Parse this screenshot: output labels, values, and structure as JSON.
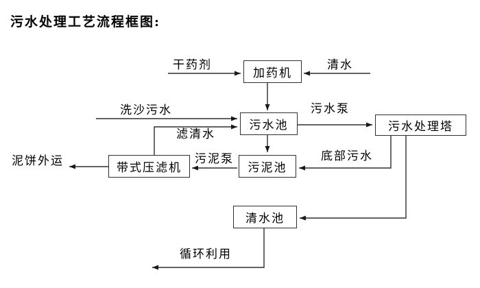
{
  "title": "污水处理工艺流程框图:",
  "diagram": {
    "nodes": [
      {
        "id": "dosing-machine",
        "label": "加药机"
      },
      {
        "id": "sewage-pool",
        "label": "污水池"
      },
      {
        "id": "sewage-treatment-tower",
        "label": "污水处理塔"
      },
      {
        "id": "sludge-pool",
        "label": "污泥池"
      },
      {
        "id": "belt-filter-press",
        "label": "带式压滤机"
      },
      {
        "id": "clean-water-pool",
        "label": "清水池"
      }
    ],
    "edge_labels": [
      {
        "id": "dry-agent",
        "label": "干药剂",
        "from": "external-supply",
        "to": "dosing-machine"
      },
      {
        "id": "clean-water",
        "label": "清水",
        "from": "external-supply",
        "to": "dosing-machine"
      },
      {
        "id": "sand-washing-sewage",
        "label": "洗沙污水",
        "from": "external-supply",
        "to": "sewage-pool"
      },
      {
        "id": "sewage-pump",
        "label": "污水泵",
        "from": "sewage-pool",
        "to": "sewage-treatment-tower"
      },
      {
        "id": "filtered-water",
        "label": "滤清水",
        "from": "belt-filter-press",
        "to": "sewage-pool"
      },
      {
        "id": "sludge-pump",
        "label": "污泥泵",
        "from": "sludge-pool",
        "to": "belt-filter-press"
      },
      {
        "id": "mud-cake-out",
        "label": "泥饼外运",
        "from": "belt-filter-press",
        "to": "external-output"
      },
      {
        "id": "bottom-sewage",
        "label": "底部污水",
        "from": "sewage-treatment-tower",
        "to": "sludge-pool"
      },
      {
        "id": "recycle-use",
        "label": "循环利用",
        "from": "clean-water-pool",
        "to": "external-output"
      }
    ],
    "unlabeled_edges": [
      {
        "from": "dosing-machine",
        "to": "sewage-pool"
      },
      {
        "from": "sewage-pool",
        "to": "sludge-pool"
      },
      {
        "from": "sewage-treatment-tower",
        "to": "clean-water-pool"
      }
    ],
    "colors": {
      "background": "#ffffff",
      "line": "#2e2e2e",
      "arrowhead": "#1a1a1a",
      "box_border": "#2e2e2e",
      "box_fill": "#ffffff",
      "text": "#000000"
    }
  }
}
